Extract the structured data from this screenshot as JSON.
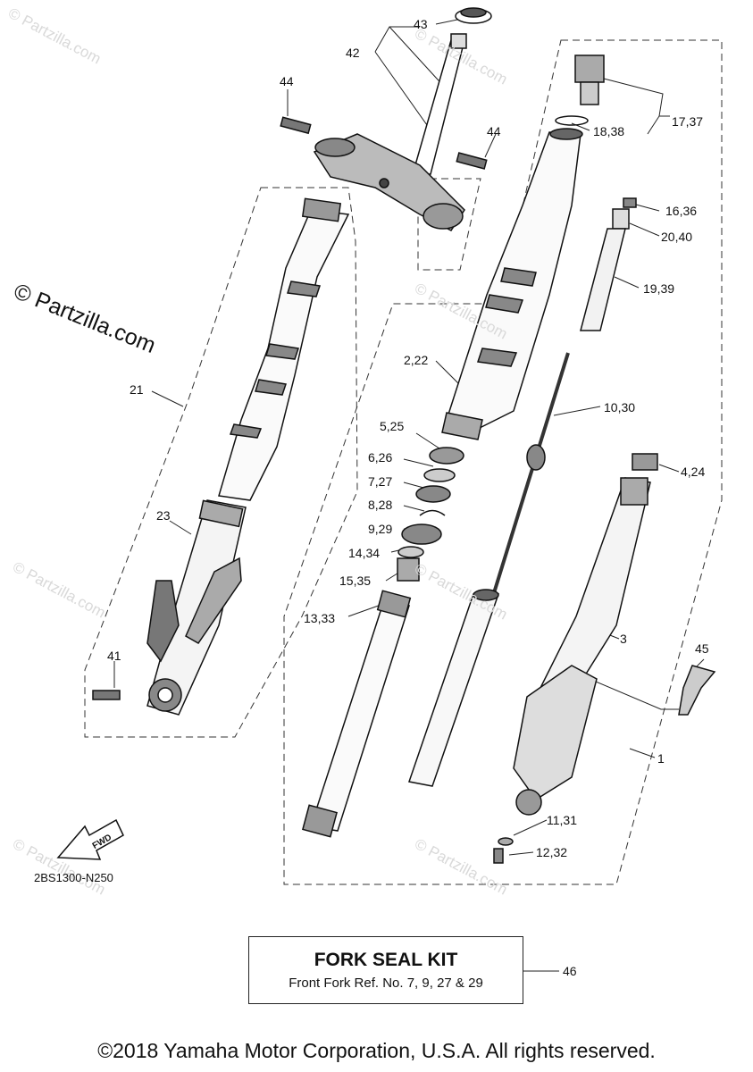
{
  "watermark": "© Partzilla.com",
  "watermark_faint": "© Partzilla.com",
  "fwd_label": "FWD",
  "diagram_code": "2BS1300-N250",
  "kit": {
    "title": "FORK SEAL KIT",
    "subtitle": "Front Fork Ref. No. 7, 9, 27 & 29"
  },
  "copyright": "©2018 Yamaha Motor Corporation, U.S.A. All rights reserved.",
  "callouts": [
    "43",
    "42",
    "44",
    "44",
    "18,38",
    "17,37",
    "16,36",
    "20,40",
    "19,39",
    "2,22",
    "10,30",
    "5,25",
    "6,26",
    "7,27",
    "8,28",
    "9,29",
    "14,34",
    "15,35",
    "13,33",
    "4,24",
    "3",
    "45",
    "1",
    "21",
    "23",
    "41",
    "11,31",
    "12,32",
    "46"
  ]
}
